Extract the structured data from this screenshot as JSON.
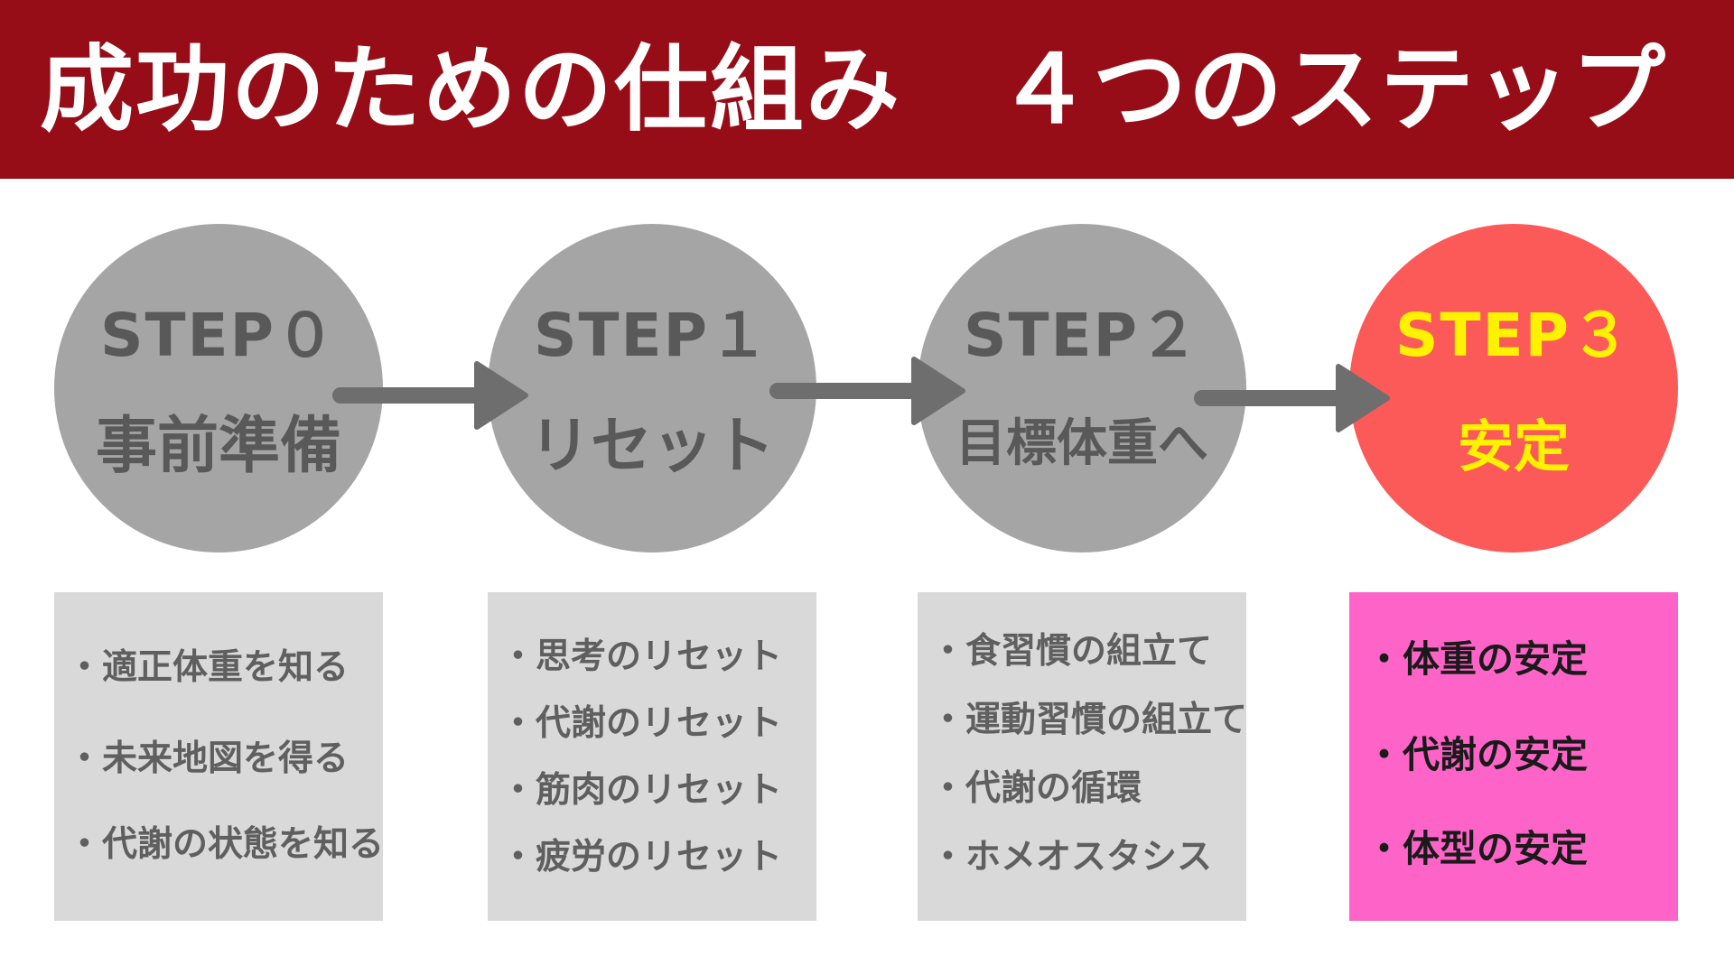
{
  "header": {
    "title": "成功のための仕組み　４つのステップ",
    "background": "#960d18"
  },
  "steps": [
    {
      "label": "STEP０",
      "name": "事前準備",
      "items": [
        "・適正体重を知る",
        "・未来地図を得る",
        "・代謝の状態を知る"
      ]
    },
    {
      "label": "STEP１",
      "name": "リセット",
      "items": [
        "・思考のリセット",
        "・代謝のリセット",
        "・筋肉のリセット",
        "・疲労のリセット"
      ]
    },
    {
      "label": "STEP２",
      "name": "目標体重へ",
      "items": [
        "・食習慣の組立て",
        "・運動習慣の組立て",
        "・代謝の循環",
        "・ホメオスタシス"
      ]
    },
    {
      "label": "STEP３",
      "name": "安定",
      "items": [
        "・体重の安定",
        "・代謝の安定",
        "・体型の安定"
      ]
    }
  ],
  "colors": {
    "circle_gray": "#a5a5a5",
    "circle_text_gray": "#595959",
    "circle_highlight": "#fc5a58",
    "circle_text_highlight": "#fef200",
    "box_gray": "#d9d9d9",
    "box_highlight": "#fe64c8",
    "arrow": "#6e6e6e"
  },
  "icons": [
    "right-arrow-icon"
  ]
}
